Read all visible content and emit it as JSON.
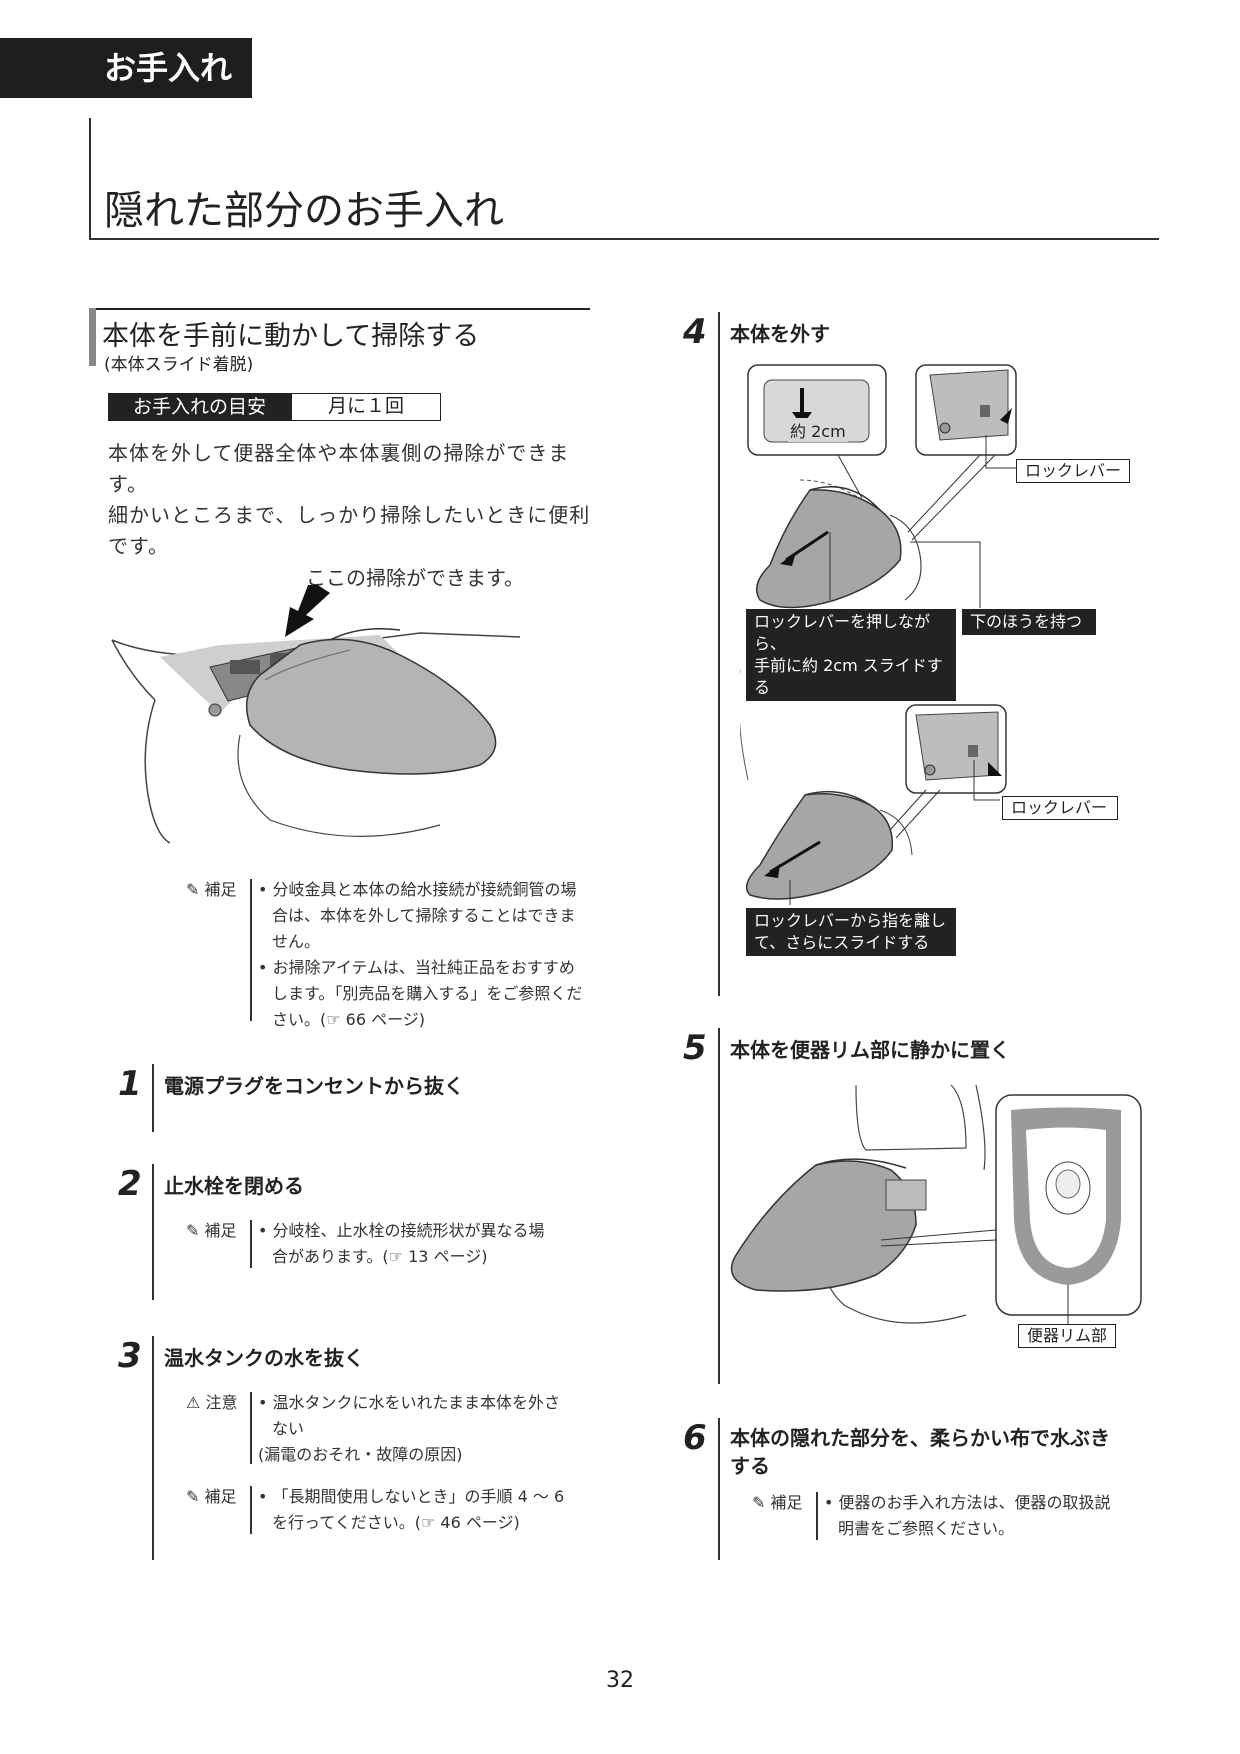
{
  "header": {
    "section_tab": "お手入れ",
    "page_title": "隠れた部分のお手入れ"
  },
  "section": {
    "title": "本体を手前に動かして掃除する",
    "subtitle": "(本体スライド着脱)",
    "meyasu_label": "お手入れの目安",
    "meyasu_value": "月に１回",
    "intro_lines": [
      "本体を外して便器全体や本体裏側の掃除ができま",
      "す。",
      "細かいところまで、しっかり掃除したいときに便利",
      "です。"
    ],
    "figure_caption": "ここの掃除ができます。",
    "note": {
      "label": "補足",
      "items": [
        "• 分岐金具と本体の給水接続が接続銅管の場合は、本体を外して掃除することはできません。",
        "• お掃除アイテムは、当社純正品をおすすめします。「別売品を購入する」をご参照ください。(☞ 66 ページ)"
      ]
    }
  },
  "steps": {
    "s1": {
      "number": "1",
      "title": "電源プラグをコンセントから抜く"
    },
    "s2": {
      "number": "2",
      "title": "止水栓を閉める",
      "note_label": "補足",
      "note_items": [
        "• 分岐栓、止水栓の接続形状が異なる場合があります。(☞ 13 ページ)"
      ]
    },
    "s3": {
      "number": "3",
      "title": "温水タンクの水を抜く",
      "caution_label": "注意",
      "caution_items": [
        "• 温水タンクに水をいれたまま本体を外さない",
        "(漏電のおそれ・故障の原因)"
      ],
      "note_label": "補足",
      "note_items": [
        "• 「長期間使用しないとき」の手順 4 〜 6 を行ってください。(☞ 46 ページ)"
      ]
    },
    "s4": {
      "number": "4",
      "title": "本体を外す",
      "label_2cm": "約 2cm",
      "label_lock1": "ロックレバー",
      "callout_push": [
        "ロックレバーを押しながら、",
        "手前に約 2cm スライドする"
      ],
      "callout_hold": "下のほうを持つ",
      "label_lock2": "ロックレバー",
      "callout_release": [
        "ロックレバーから指を離し",
        "て、さらにスライドする"
      ]
    },
    "s5": {
      "number": "5",
      "title": "本体を便器リム部に静かに置く",
      "label_rim": "便器リム部"
    },
    "s6": {
      "number": "6",
      "title_lines": [
        "本体の隠れた部分を、柔らかい布で水ぶき",
        "する"
      ],
      "note_label": "補足",
      "note_items": [
        "• 便器のお手入れ方法は、便器の取扱説明書をご参照ください。"
      ]
    }
  },
  "page_number": "32",
  "colors": {
    "dark": "#1e1e1e",
    "seat_gray": "#a9a9a9",
    "line": "#333333"
  }
}
